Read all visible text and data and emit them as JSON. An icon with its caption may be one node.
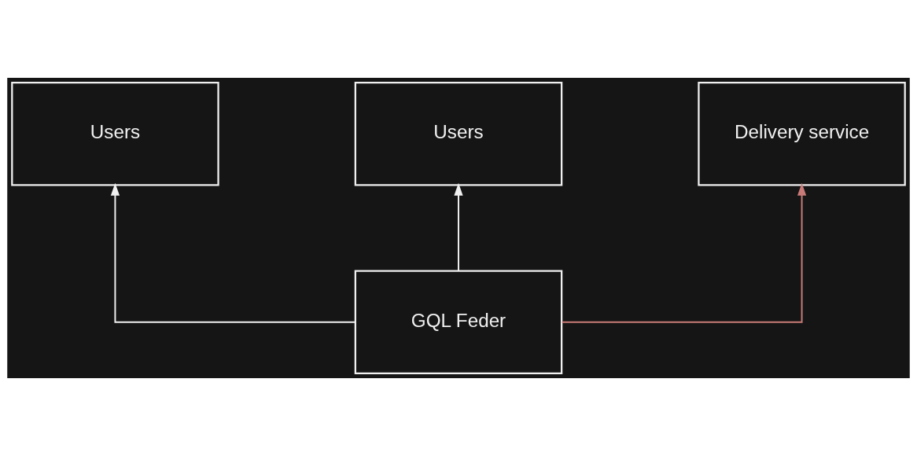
{
  "diagram": {
    "nodes": [
      {
        "text": [
          "Users"
        ]
      },
      {
        "text": [
          "Users"
        ]
      },
      {
        "text": [
          "Delivery service"
        ]
      },
      {
        "text": [
          "GQL Feder"
        ]
      }
    ],
    "edges": [
      {
        "from": 3,
        "to": 0,
        "arrow": "to"
      },
      {
        "from": 3,
        "to": 1,
        "arrow": "to"
      },
      {
        "from": 3,
        "to": 2,
        "arrow": "to",
        "color": "#c97b78"
      }
    ]
  }
}
